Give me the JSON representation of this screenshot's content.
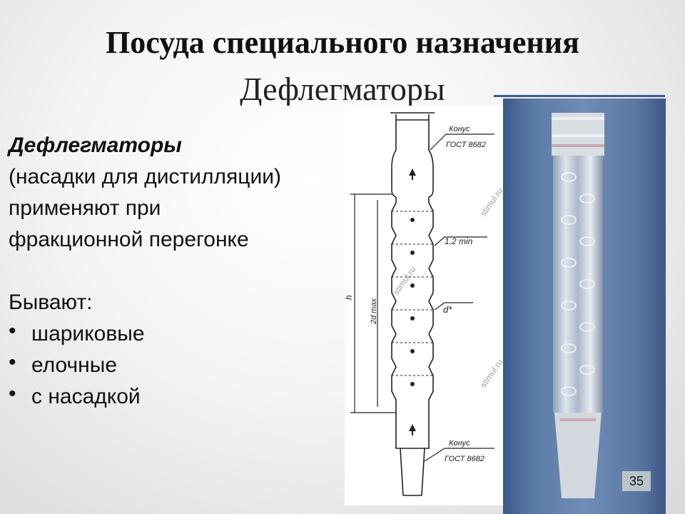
{
  "slide": {
    "title": "Посуда специального назначения",
    "subtitle": "Дефлегматоры",
    "slide_number": "35"
  },
  "body": {
    "heading": "Дефлегматоры",
    "description_lines": [
      "(насадки для дистилляции)",
      "применяют при",
      "фракционной перегонке"
    ],
    "types_label": "Бывают:",
    "types": [
      "шариковые",
      "елочные",
      "с насадкой"
    ],
    "bullet_glyph": "•"
  },
  "drawing": {
    "label_cone_top": "Конус",
    "label_gost_top": "ГОСТ 8682",
    "label_gap": "1,2 min",
    "label_d": "d*",
    "label_h": "h",
    "label_2d": "2d max",
    "label_cone_bottom": "Конус",
    "label_gost_bottom": "ГОСТ 8682",
    "watermark": "stimul.ru"
  },
  "colors": {
    "title_rule": "#3d5a96",
    "photo_background": "#5a7aa6",
    "slide_number_bg": "#b9c3cc"
  }
}
